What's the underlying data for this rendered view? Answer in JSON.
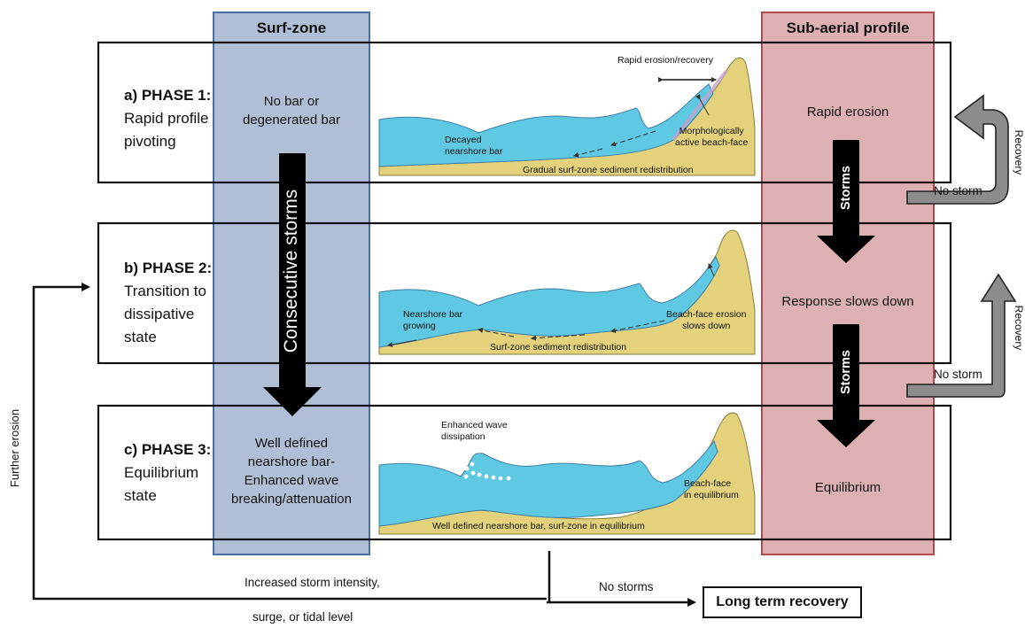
{
  "columns": {
    "surf_zone": "Surf-zone",
    "sub_aerial": "Sub-aerial profile"
  },
  "phases": [
    {
      "title": "a) PHASE 1:",
      "description": "Rapid profile\npivoting",
      "surf_zone_text": "No bar or\ndegenerated bar",
      "profile_text": "Rapid erosion",
      "annotations": {
        "top": "Rapid erosion/recovery",
        "left": "Decayed\nnearshore bar",
        "right": "Morphologically\nactive beach-face",
        "bottom": "Gradual surf-zone sediment redistribution"
      }
    },
    {
      "title": "b) PHASE 2:",
      "description": "Transition to\ndissipative\nstate",
      "surf_zone_text": "",
      "profile_text": "Response slows down",
      "annotations": {
        "left": "Nearshore bar\ngrowing",
        "right": "Beach-face erosion\nslows down",
        "bottom": "Surf-zone sediment redistribution"
      }
    },
    {
      "title": "c) PHASE 3:",
      "description": "Equilibrium\nstate",
      "surf_zone_text": "Well defined\nnearshore bar-\nEnhanced wave\nbreaking/attenuation",
      "profile_text": "Equilibrium",
      "annotations": {
        "top": "Enhanced wave\ndissipation",
        "right": "Beach-face\nin equilibrium",
        "bottom": "Well defined nearshore bar, surf-zone in equilibrium"
      }
    }
  ],
  "arrows": {
    "consecutive_storms": "Consecutive storms",
    "storms": "Storms",
    "no_storm": "No storm",
    "recovery": "Recovery",
    "further_erosion": "Further erosion",
    "no_storms": "No storms",
    "increased_storm_line1": "Increased storm intensity,",
    "increased_storm_line2": "surge, or tidal level",
    "long_term_recovery": "Long term recovery"
  },
  "colors": {
    "surf_zone_fill": "#b0bfd6",
    "surf_zone_border": "#4a6fa3",
    "sub_aerial_fill": "#ddb0b3",
    "sub_aerial_border": "#b8484f",
    "water": "#5fc8e3",
    "sand": "#e3d27b",
    "arrow_gray": "#8c8c8c"
  }
}
